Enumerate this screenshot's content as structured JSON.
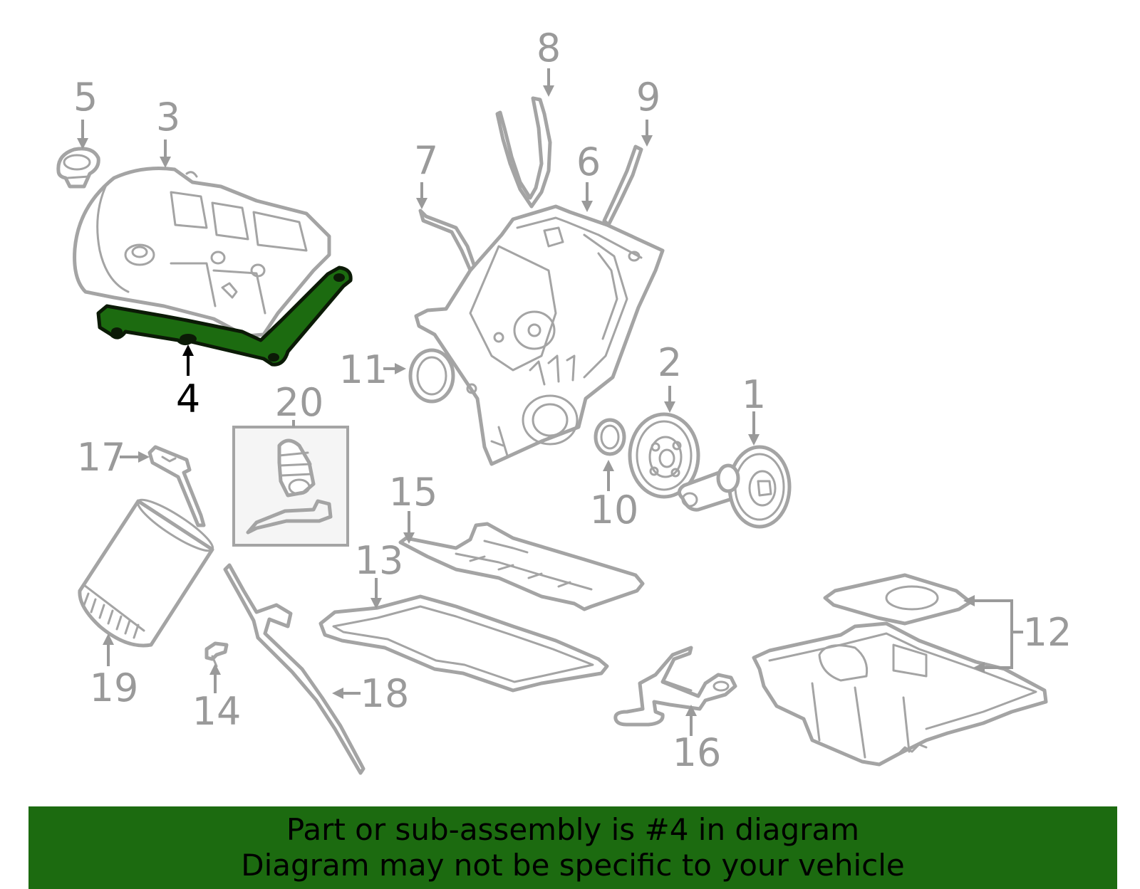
{
  "diagram": {
    "highlight_color": "#1c6b10",
    "part_color": "#a4a4a4",
    "highlighted_part": "4",
    "callouts": [
      "1",
      "2",
      "3",
      "4",
      "5",
      "6",
      "7",
      "8",
      "9",
      "10",
      "11",
      "12",
      "13",
      "14",
      "15",
      "16",
      "17",
      "18",
      "19",
      "20"
    ]
  },
  "banner": {
    "line1": "Part or sub-assembly is #4 in diagram",
    "line2": "Diagram may not be specific to your vehicle",
    "background": "#1c6b10"
  }
}
